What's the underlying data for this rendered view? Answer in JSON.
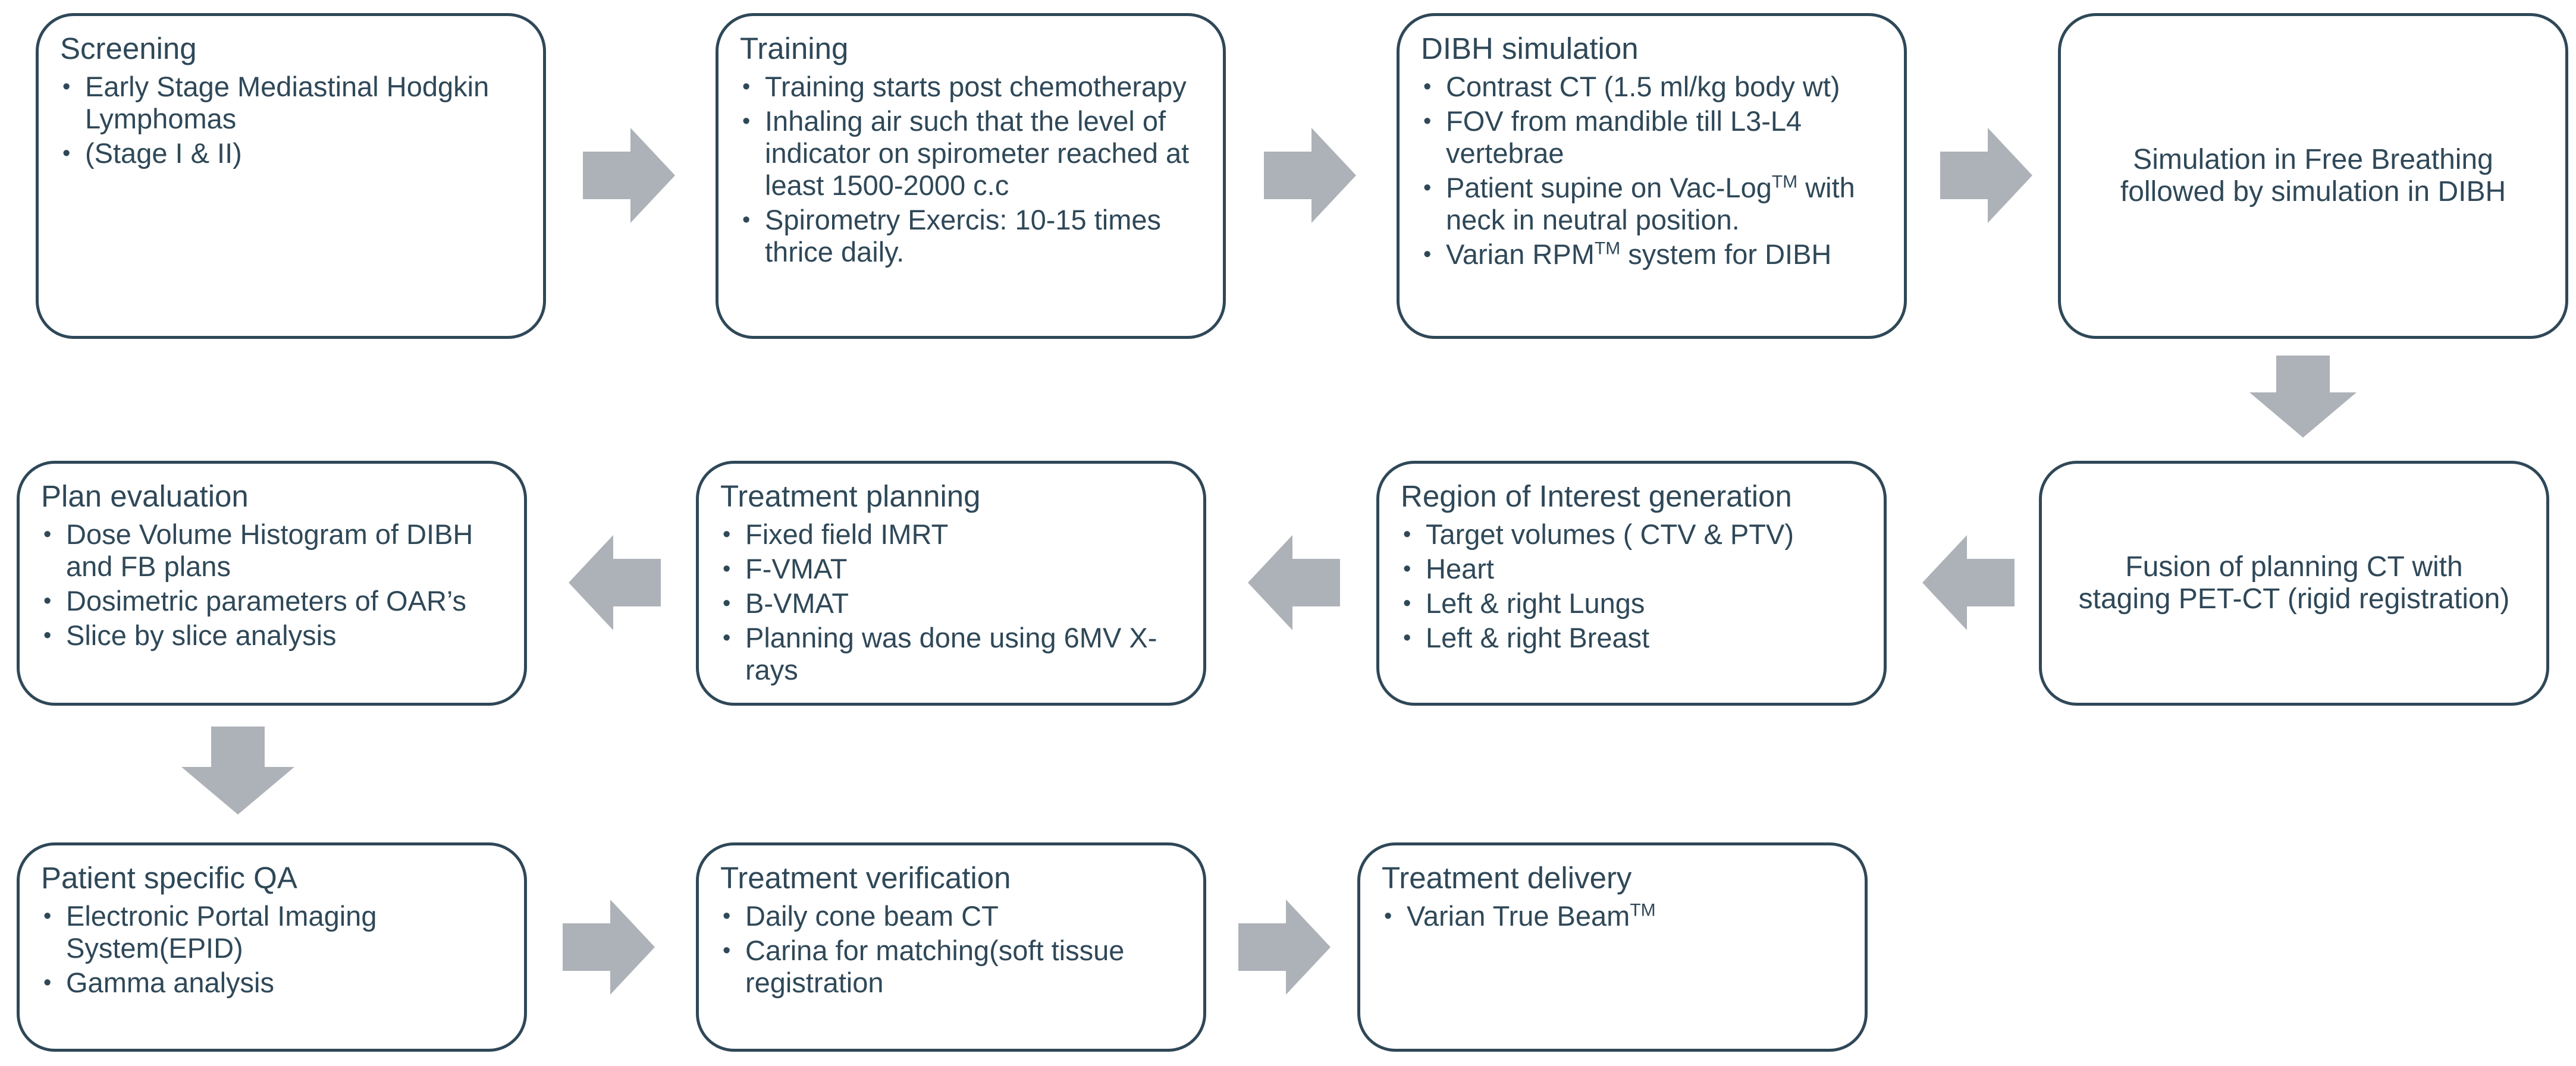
{
  "boxes": {
    "screening": {
      "title": "Screening",
      "items": [
        "Early Stage Mediastinal Hodgkin Lymphomas",
        "(Stage I & II)"
      ]
    },
    "training": {
      "title": "Training",
      "items": [
        "Training starts post chemotherapy",
        "Inhaling air such that the level of indicator on spirometer reached at least 1500-2000 c.c",
        "Spirometry Exercis: 10-15 times thrice daily."
      ]
    },
    "dibh_simulation": {
      "title": "DIBH simulation",
      "items": [
        "Contrast  CT (1.5 ml/kg body wt)",
        "FOV from mandible till L3-L4 vertebrae"
      ],
      "item3_pre": "Patient supine on Vac-Log",
      "item3_sup": "TM",
      "item3_post": " with neck in neutral position.",
      "item4_pre": "Varian RPM",
      "item4_sup": "TM",
      "item4_post": " system for DIBH"
    },
    "free_breathing": {
      "text": "Simulation in Free Breathing followed by simulation in DIBH"
    },
    "fusion": {
      "text": "Fusion of  planning CT with staging PET-CT (rigid registration)"
    },
    "roi": {
      "title": "Region of Interest generation",
      "items": [
        "Target volumes ( CTV & PTV)",
        "Heart",
        "Left & right Lungs",
        "Left & right Breast"
      ]
    },
    "treatment_planning": {
      "title": "Treatment planning",
      "items": [
        "Fixed field IMRT",
        "F-VMAT",
        "B-VMAT",
        "Planning was done using 6MV X-rays"
      ]
    },
    "plan_evaluation": {
      "title": "Plan evaluation",
      "items": [
        "Dose Volume Histogram of DIBH and FB plans",
        "Dosimetric parameters of OAR’s",
        "Slice by slice analysis"
      ]
    },
    "patient_qa": {
      "title": "Patient specific QA",
      "items": [
        "Electronic Portal Imaging System(EPID)",
        "Gamma analysis"
      ]
    },
    "treatment_verification": {
      "title": "Treatment verification",
      "items": [
        "Daily cone beam CT",
        "Carina for matching(soft tissue registration"
      ]
    },
    "treatment_delivery": {
      "title": "Treatment delivery",
      "item1_pre": "Varian True Beam",
      "item1_sup": "TM"
    }
  },
  "colors": {
    "border": "#2f4858",
    "arrow": "#adb2b8",
    "text": "#2f4858"
  }
}
